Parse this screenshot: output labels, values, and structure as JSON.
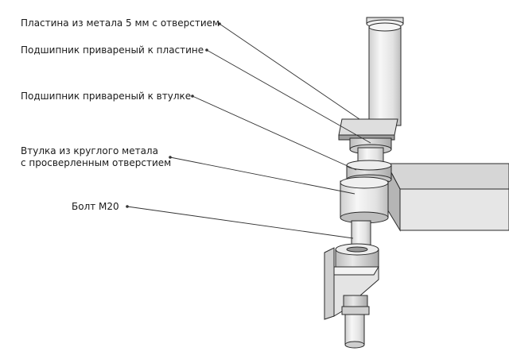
{
  "labels": [
    {
      "lines": [
        "Пластина из метала 5 мм с отверстием"
      ]
    },
    {
      "lines": [
        "Подшипник привареный к пластине"
      ]
    },
    {
      "lines": [
        "Подшипник привареный к втулке"
      ]
    },
    {
      "lines": [
        "Втулка из круглого метала",
        "с просверленным отверстием"
      ]
    },
    {
      "lines": [
        "Болт М20"
      ]
    }
  ],
  "colors": {
    "stroke": "#2a2a2a",
    "face_light": "#f2f2f2",
    "face_mid": "#d9d9d9",
    "face_dark": "#a8a8a8",
    "leader": "#333333"
  }
}
